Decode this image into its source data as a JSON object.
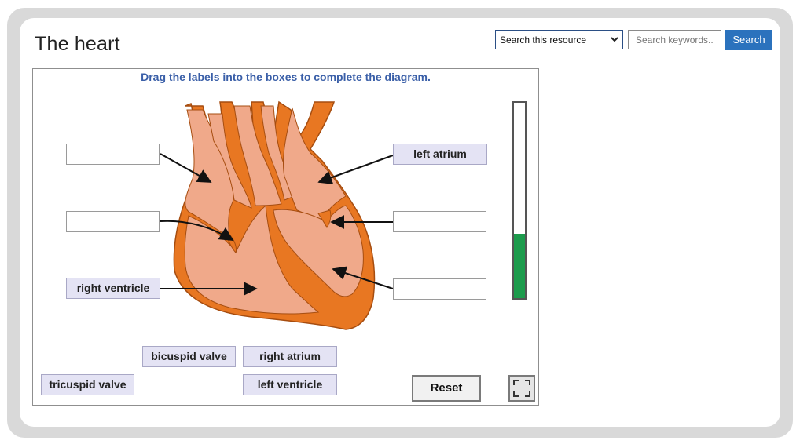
{
  "header": {
    "title": "The heart",
    "resource_select": "Search this resource",
    "search_placeholder": "Search keywords..",
    "search_button": "Search"
  },
  "activity": {
    "instruction": "Drag the labels into the boxes to complete the diagram.",
    "drop_targets": [
      {
        "slot": "upper-left",
        "value": ""
      },
      {
        "slot": "middle-left",
        "value": ""
      },
      {
        "slot": "lower-left",
        "value": "right ventricle"
      },
      {
        "slot": "upper-right",
        "value": "left atrium"
      },
      {
        "slot": "middle-right",
        "value": ""
      },
      {
        "slot": "lower-right",
        "value": ""
      }
    ],
    "labels": {
      "bicuspid_valve": "bicuspid valve",
      "right_atrium": "right atrium",
      "tricuspid_valve": "tricuspid valve",
      "left_ventricle": "left ventricle",
      "left_atrium": "left atrium",
      "right_ventricle": "right ventricle"
    },
    "progress_fraction": 0.33,
    "reset_button": "Reset",
    "fullscreen_icon": "fullscreen-icon"
  },
  "colors": {
    "search_button": "#2b72bd",
    "instruction_text": "#3a5fa8",
    "heart_wall": "#e87722",
    "heart_chamber": "#f0a98a",
    "progress_fill": "#1c9b4c",
    "label_chip": "#e4e3f4"
  }
}
